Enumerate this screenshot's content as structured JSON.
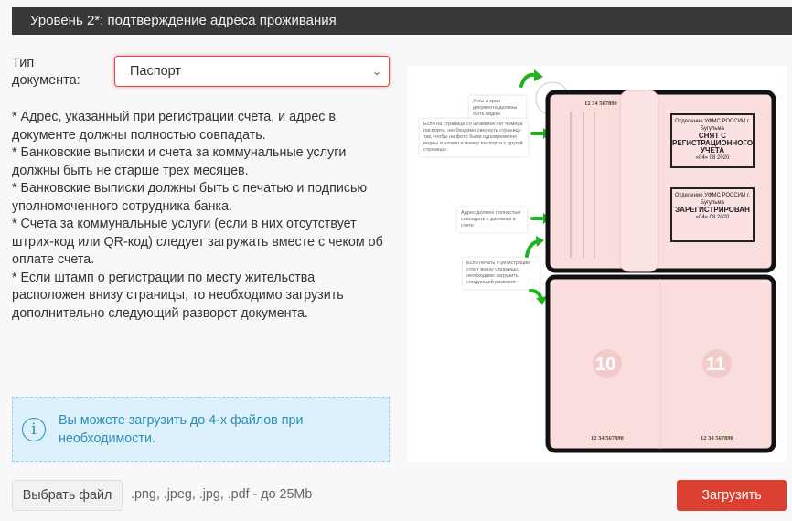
{
  "header": {
    "title": "Уровень 2*: подтверждение адреса проживания"
  },
  "form": {
    "doc_type_label": "Тип документа:",
    "doc_type_value": "Паспорт"
  },
  "notes": [
    "* Адрес, указанный при регистрации счета, и адрес в документе должны полностью совпадать.",
    "* Банковские выписки и счета за коммунальные услуги должны быть не старше трех месяцев.",
    "* Банковские выписки должны быть с печатью и подписью уполномоченного сотрудника банка.",
    "* Счета за коммунальные услуги (если в них отсутствует штрих-код или QR-код) следует загружать вместе с чеком об оплате счета.",
    "* Если штамп о регистрации по месту жительства расположен внизу страницы, то необходимо загрузить дополнительно следующий разворот документа."
  ],
  "info": {
    "text": "Вы можете загрузить до 4-х файлов при необходимости."
  },
  "upload": {
    "choose_label": "Выбрать файл",
    "hint": ".png, .jpeg, .jpg, .pdf - до 25Mb",
    "submit_label": "Загрузить"
  },
  "illustration": {
    "callouts": [
      "Углы и края документа должны быть видны",
      "Если на странице со штампом нет номера паспорта, необходимо свернуть страницу так, чтобы на фото были одновременно видны и штамп и номер паспорта с другой страницы.",
      "Адрес должен полностью совпадать с данными в счете",
      "Если печать о регистрации стоит внизу страницы, необходимо загрузить следующий разворот"
    ],
    "passport_number": "12 34 567890",
    "stamp1": {
      "office": "Отделение УФМС РОССИИ г. Бугульма",
      "title": "СНЯТ С РЕГИСТРАЦИОННОГО УЧЕТА",
      "date": "«04» 08 2020"
    },
    "stamp2": {
      "office": "Отделение УФМС РОССИИ г. Бугульма",
      "title": "ЗАРЕГИСТРИРОВАН",
      "date": "«04» 08 2020"
    },
    "pages": [
      "10",
      "11"
    ],
    "accent": "#1db31d"
  }
}
